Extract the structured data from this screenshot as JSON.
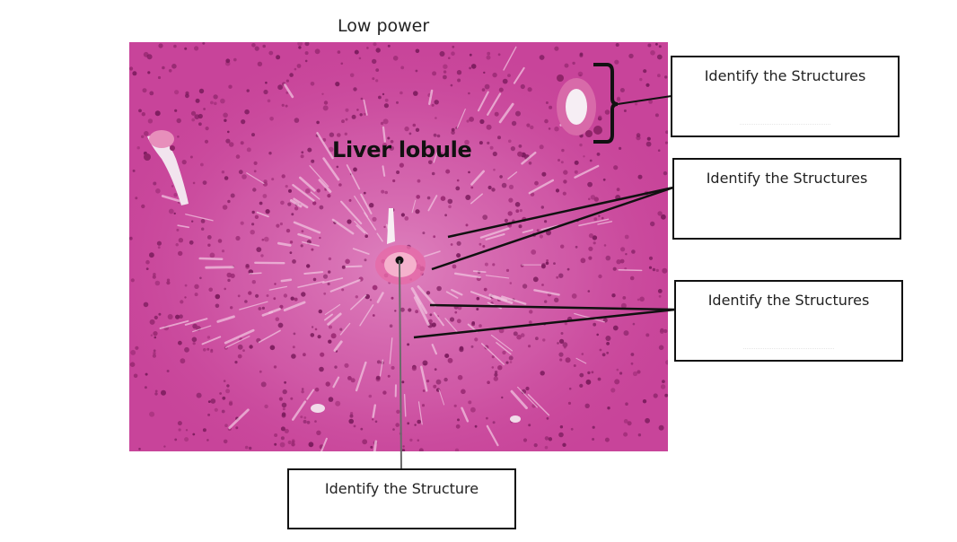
{
  "figure": {
    "title": "Low power",
    "lobule_label": "Liver lobule"
  },
  "label_boxes": {
    "box_1": "Identify the Structures",
    "box_2": "Identify the Structures",
    "box_3": "Identify the Structures",
    "box_4": "Identify the Structure"
  },
  "colors": {
    "tissue_base": "#c43c8c",
    "tissue_light": "#e596c6",
    "nuclei": "#7a1b5c",
    "vessel_lumen": "#f6eef4",
    "line": "#111111"
  }
}
